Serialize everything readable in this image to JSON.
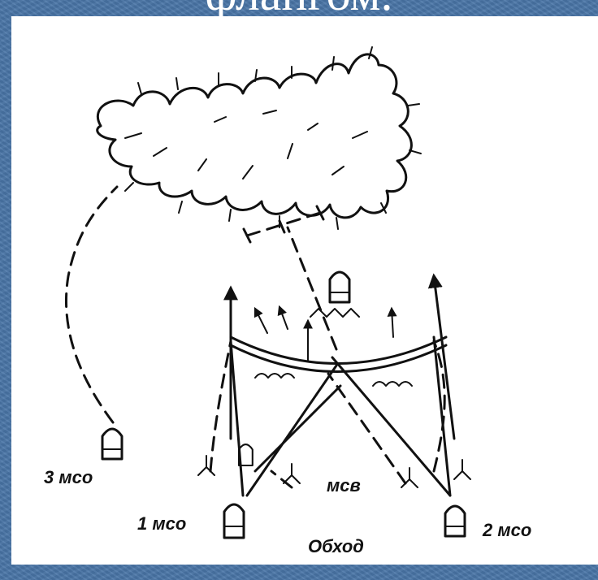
{
  "heading": "флангом.",
  "labels": {
    "squad3": "3 мсо",
    "squad1": "1 мсо",
    "platoon": "мсв",
    "squad2": "2 мсо",
    "bypass": "Обход"
  },
  "colors": {
    "background": "#4a76a8",
    "panel": "#ffffff",
    "ink": "#111111"
  },
  "icons": [
    "forest-icon",
    "vehicle-icon",
    "arrow-icon",
    "infantry-icon",
    "obstacle-icon"
  ]
}
